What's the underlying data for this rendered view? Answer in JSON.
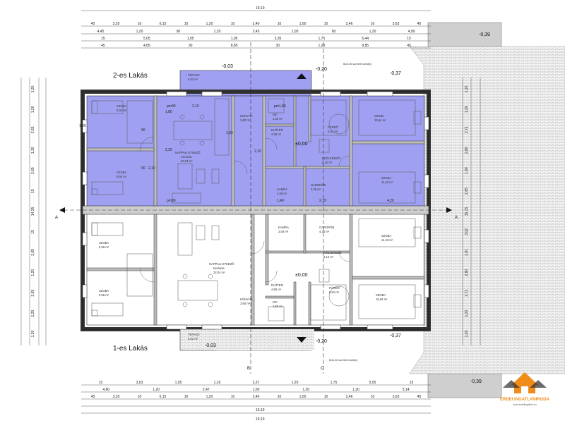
{
  "title_top": "2-es Lakás",
  "title_bottom": "1-es Lakás",
  "colors": {
    "highlight": "#8d8df0",
    "wall": "#bdbdbd",
    "brick": "#c8c8c8",
    "logo_orange": "#f08c1a",
    "logo_dark": "#2b2b2b"
  },
  "top_dims": {
    "row1_total": "19,19",
    "row2": [
      "45",
      "3,35",
      "10",
      "6,15",
      "10",
      "1,20",
      "10",
      "2,40",
      "10",
      "1,00",
      "10",
      "2,46",
      "10",
      "3,63",
      "45"
    ],
    "row3": [
      "4,45",
      "1,20",
      "90",
      "1,20",
      "2,45",
      "1,00",
      "90",
      "1,20",
      "4,99"
    ],
    "row4": [
      "15",
      "5,05",
      "1,05",
      "1,05",
      "3,35",
      "1,75",
      "5,44",
      "15"
    ],
    "row5": [
      "45",
      "4,85",
      "30",
      "8,85",
      "30",
      "1,20",
      "8,85",
      "45"
    ]
  },
  "bottom_dims": {
    "row1": [
      "15",
      "3,03",
      "1,05",
      "1,20",
      "3,37",
      "1,20",
      "1,75",
      "5,05",
      "15"
    ],
    "row2": [
      "4,80",
      "1,20",
      "2,47",
      "1,00",
      "1,20",
      "1,20",
      "5,14"
    ],
    "row3": [
      "45",
      "3,35",
      "10",
      "6,15",
      "10",
      "1,20",
      "10",
      "2,40",
      "10",
      "1,00",
      "10",
      "2,46",
      "10",
      "3,63",
      "45"
    ],
    "row4_total": "19,19",
    "row5_total": "19,19"
  },
  "levels": {
    "terrace_top": "-0,03",
    "terrace_top2": "-0,20",
    "right_top": "-0,37",
    "floor_top": "±0,00",
    "floor_bottom": "±0,00",
    "terrace_bottom": "-0,03",
    "terrace_bottom2": "-0,20",
    "right_bottom": "-0,37",
    "garage_top": "-0,39",
    "garage_bottom": "-0,39"
  },
  "section_marks": {
    "a_left": "A",
    "a_right": "A",
    "b": "B",
    "c": "C"
  },
  "notes": {
    "window_top": "60/120 szerelt bámitny",
    "window_bottom": "60/120 szerelt bámitny"
  },
  "rooms_top": [
    {
      "name": "SZOBA",
      "sub": "lam.parkt.",
      "area": "8,55 m²"
    },
    {
      "name": "SZOBA",
      "sub": "lam.parkt.",
      "area": "9,55 m²"
    },
    {
      "name": "NAPPALI-ETKEZŐ",
      "sub": "Kerámia",
      "area": "32,04 m²"
    },
    {
      "name": "KONYHA",
      "sub": "Kerámia",
      "area": "3,60 m²"
    },
    {
      "name": "WC",
      "sub": "Kerámia",
      "area": "1,60 m²"
    },
    {
      "name": "ELŐTÉR",
      "sub": "Kerámia",
      "area": "4,55 m²"
    },
    {
      "name": "FÜRDŐ",
      "sub": "Kerámia",
      "area": "5,81 m²"
    },
    {
      "name": "SZOBA",
      "sub": "lam.parkt.",
      "area": "15,64 m²"
    },
    {
      "name": "KÖZLEKEDŐ",
      "sub": "Kerámia",
      "area": "6,10 m²"
    },
    {
      "name": "SZOBA",
      "sub": "lam.parkt.",
      "area": "11,43 m²"
    },
    {
      "name": "KAMRA",
      "sub": "Kerámia",
      "area": "2,06 m²"
    },
    {
      "name": "GARDRÓB",
      "sub": "lam.parkt.",
      "area": "4,35 m²"
    },
    {
      "name": "TERASZ",
      "sub": "greslap",
      "area": "6,02 m²"
    }
  ],
  "rooms_bottom": [
    {
      "name": "SZOBA",
      "sub": "lam.parkt.",
      "area": "8,55 m²"
    },
    {
      "name": "SZOBA",
      "sub": "lam.parkt.",
      "area": "9,55 m²"
    },
    {
      "name": "NAPPALI-ETKEZŐ",
      "sub": "Kerámia",
      "area": "32,04 m²"
    },
    {
      "name": "KAMRA",
      "sub": "Kerámia",
      "area": "2,06 m²"
    },
    {
      "name": "GARDRÓB",
      "sub": "lam.parkt.",
      "area": "4,35 m²"
    },
    {
      "name": "SZOBA",
      "sub": "lam.parkt.",
      "area": "11,43 m²"
    },
    {
      "name": "KÖZLEKEDŐ",
      "sub": "Kerámia",
      "area": "6,10 m²"
    },
    {
      "name": "ELŐTÉR",
      "sub": "Kerámia",
      "area": "4,55 m²"
    },
    {
      "name": "FÜRDŐ",
      "sub": "Kerámia",
      "area": "5,81 m²"
    },
    {
      "name": "SZOBA",
      "sub": "lam.parkt.",
      "area": "15,64 m²"
    },
    {
      "name": "KONYHA",
      "sub": "Kerámia",
      "area": "3,60 m²"
    },
    {
      "name": "WC",
      "sub": "Kerámia",
      "area": "1,60 m²"
    },
    {
      "name": "TERASZ",
      "sub": "greslap",
      "area": "6,02 m²"
    }
  ],
  "side_dims_left": [
    "1,20",
    "1,20",
    "2,65",
    "1,20",
    "2,65",
    "15",
    "14,35",
    "15",
    "2,65",
    "1,20",
    "2,65",
    "1,20",
    "1,20"
  ],
  "side_dims_right": [
    "1,20",
    "1,20",
    "2,71",
    "2,80",
    "1,80",
    "2,85",
    "15,15",
    "3,02",
    "2,81",
    "2,80",
    "2,71",
    "1,20",
    "1,20"
  ],
  "inner_labels": [
    "pm90",
    "2,10",
    "90",
    "1,80",
    "2,20",
    "1,60",
    "1,40",
    "2,79",
    "4,20",
    "1,20",
    "2,10",
    "90",
    "pm1,80",
    "pm90",
    "2,10"
  ],
  "logo": {
    "line1": "ERDEI INGATLANIRODA",
    "line2": "www.erdeiingatlan.hu"
  }
}
